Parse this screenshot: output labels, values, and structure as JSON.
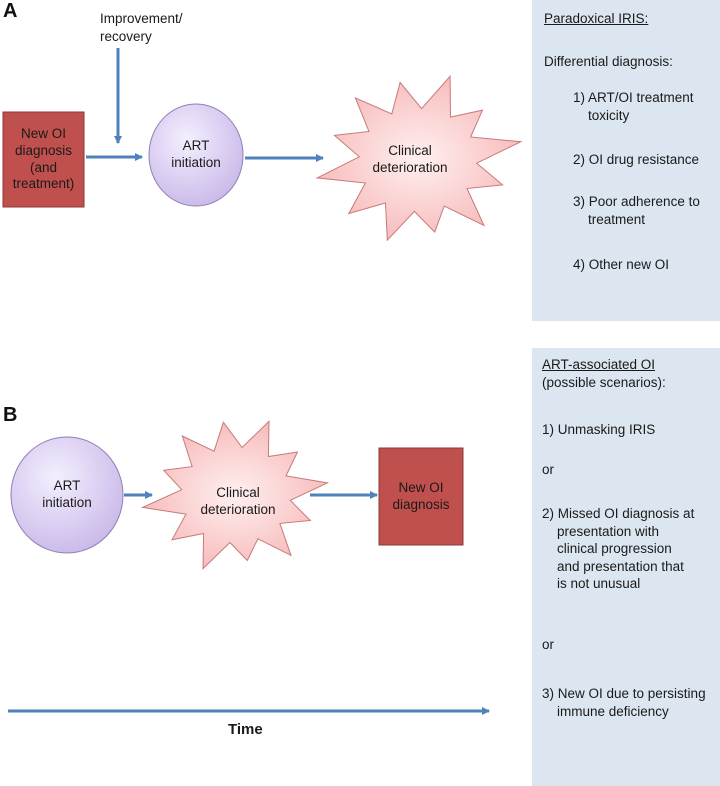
{
  "panel_a": {
    "letter": "A",
    "improvement_label": "Improvement/\nrecovery",
    "box_label": "New OI\ndiagnosis\n(and\ntreatment)",
    "circle_label": "ART\ninitiation",
    "burst_label": "Clinical\ndeterioration",
    "info": {
      "heading": "Paradoxical IRIS:",
      "subheading": "Differential diagnosis:",
      "items": [
        "1) ART/OI treatment\n    toxicity",
        "2) OI drug resistance",
        "3) Poor adherence to\n    treatment",
        "4) Other new OI"
      ]
    }
  },
  "panel_b": {
    "letter": "B",
    "circle_label": "ART\ninitiation",
    "burst_label": "Clinical\ndeterioration",
    "box_label": "New OI\ndiagnosis",
    "info": {
      "heading": "ART-associated OI",
      "subheading": "(possible scenarios):",
      "items": [
        "1) Unmasking IRIS",
        "or",
        "2) Missed OI diagnosis at\n    presentation with\n    clinical progression\n    and presentation that\n    is not unusual",
        "or",
        "3) New OI due to persisting\n    immune deficiency"
      ]
    }
  },
  "time_label": "Time",
  "colors": {
    "box_fill": "#c0504d",
    "box_stroke": "#8c3836",
    "circle_fill_inner": "#f4efff",
    "circle_fill_outer": "#c9b8e8",
    "circle_stroke": "#8f7fb5",
    "burst_fill_inner": "#fff0f0",
    "burst_fill_outer": "#f6b3b3",
    "burst_stroke": "#c77a7a",
    "arrow": "#4f81bd",
    "panel_bg": "#dce6f1"
  }
}
